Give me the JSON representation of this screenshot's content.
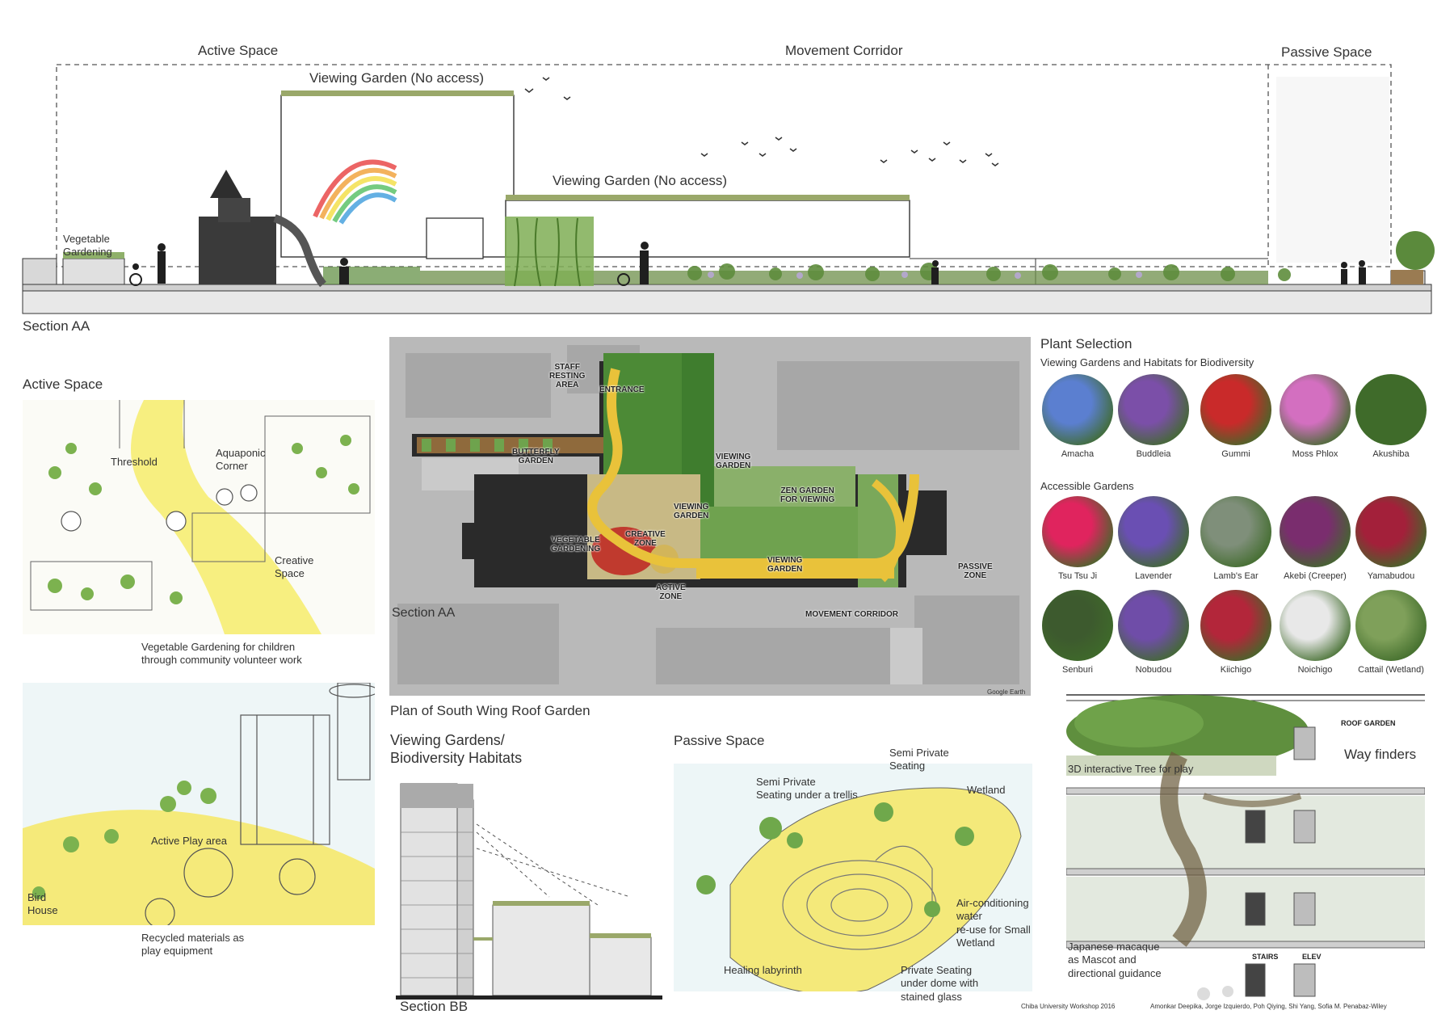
{
  "section_aa": {
    "zones": {
      "active": "Active Space",
      "movement": "Movement Corridor",
      "passive": "Passive Space"
    },
    "viewing_garden_upper": "Viewing Garden (No access)",
    "viewing_garden_lower": "Viewing Garden (No access)",
    "vegetable_gardening": "Vegetable\nGardening",
    "title": "Section AA"
  },
  "active_space": {
    "title": "Active Space",
    "sketch1": {
      "threshold": "Threshold",
      "aquaponic": "Aquaponic\nCorner",
      "creative": "Creative\nSpace",
      "caption": "Vegetable Gardening for children\nthrough community volunteer work"
    },
    "sketch2": {
      "play_area": "Active Play area",
      "bird_house": "Bird\nHouse",
      "caption": "Recycled materials as\nplay equipment"
    }
  },
  "plan": {
    "title": "Plan of South Wing Roof Garden",
    "section_marker": "Section AA",
    "credit": "Google Earth",
    "labels": {
      "staff": "STAFF\nRESTING\nAREA",
      "entrance": "ENTRANCE",
      "butterfly": "BUTTERFLY\nGARDEN",
      "viewing1": "VIEWING\nGARDEN",
      "viewing2": "VIEWING\nGARDEN",
      "viewing3": "VIEWING\nGARDEN",
      "zen": "ZEN GARDEN\nFOR VIEWING",
      "vegetable": "VEGETABLE\nGARDENING",
      "creative": "CREATIVE\nZONE",
      "active": "ACTIVE\nZONE",
      "passive": "PASSIVE\nZONE",
      "movement": "MOVEMENT CORRIDOR"
    }
  },
  "plants": {
    "title": "Plant Selection",
    "group1_title": "Viewing Gardens and Habitats for Biodiversity",
    "group1": [
      {
        "name": "Amacha",
        "color": "#5b7fd0"
      },
      {
        "name": "Buddleia",
        "color": "#7b4fa8"
      },
      {
        "name": "Gummi",
        "color": "#c92a2a"
      },
      {
        "name": "Moss Phlox",
        "color": "#d36fc0"
      },
      {
        "name": "Akushiba",
        "color": "#3f6b2a"
      }
    ],
    "group2_title": "Accessible Gardens",
    "group2": [
      {
        "name": "Tsu Tsu Ji",
        "color": "#e0245e"
      },
      {
        "name": "Lavender",
        "color": "#6a4fb3"
      },
      {
        "name": "Lamb's Ear",
        "color": "#7f8f7a"
      },
      {
        "name": "Akebi (Creeper)",
        "color": "#7a2d6e"
      },
      {
        "name": "Yamabudou",
        "color": "#a3203a"
      }
    ],
    "group3": [
      {
        "name": "Senburi",
        "color": "#3d5a2e"
      },
      {
        "name": "Nobudou",
        "color": "#6f4da8"
      },
      {
        "name": "Kiichigo",
        "color": "#b3263a"
      },
      {
        "name": "Noichigo",
        "color": "#e8e8e8"
      },
      {
        "name": "Cattail (Wetland)",
        "color": "#7fa05a"
      }
    ]
  },
  "viewing_gardens": {
    "title": "Viewing Gardens/\nBiodiversity Habitats",
    "section": "Section BB"
  },
  "passive_space": {
    "title": "Passive Space",
    "semi_private": "Semi Private\nSeating",
    "trellis": "Semi Private\nSeating under a trellis",
    "wetland": "Wetland",
    "aircon": "Air-conditioning\nwater\nre-use for Small\nWetland",
    "labyrinth": "Healing labyrinth",
    "dome": "Private Seating\nunder dome with\nstained glass"
  },
  "wayfinders": {
    "roof_garden": "ROOF GARDEN",
    "title": "Way finders",
    "tree": "3D interactive Tree for play",
    "macaque": "Japanese macaque\nas Mascot and\ndirectional guidance",
    "stairs": "STAIRS",
    "elev": "ELEV"
  },
  "footer": {
    "workshop": "Chiba University Workshop 2016",
    "authors": "Amonkar Deepika, Jorge Izquierdo, Poh Qiying, Shi Yang, Sofia M. Penabaz-Wiley"
  }
}
